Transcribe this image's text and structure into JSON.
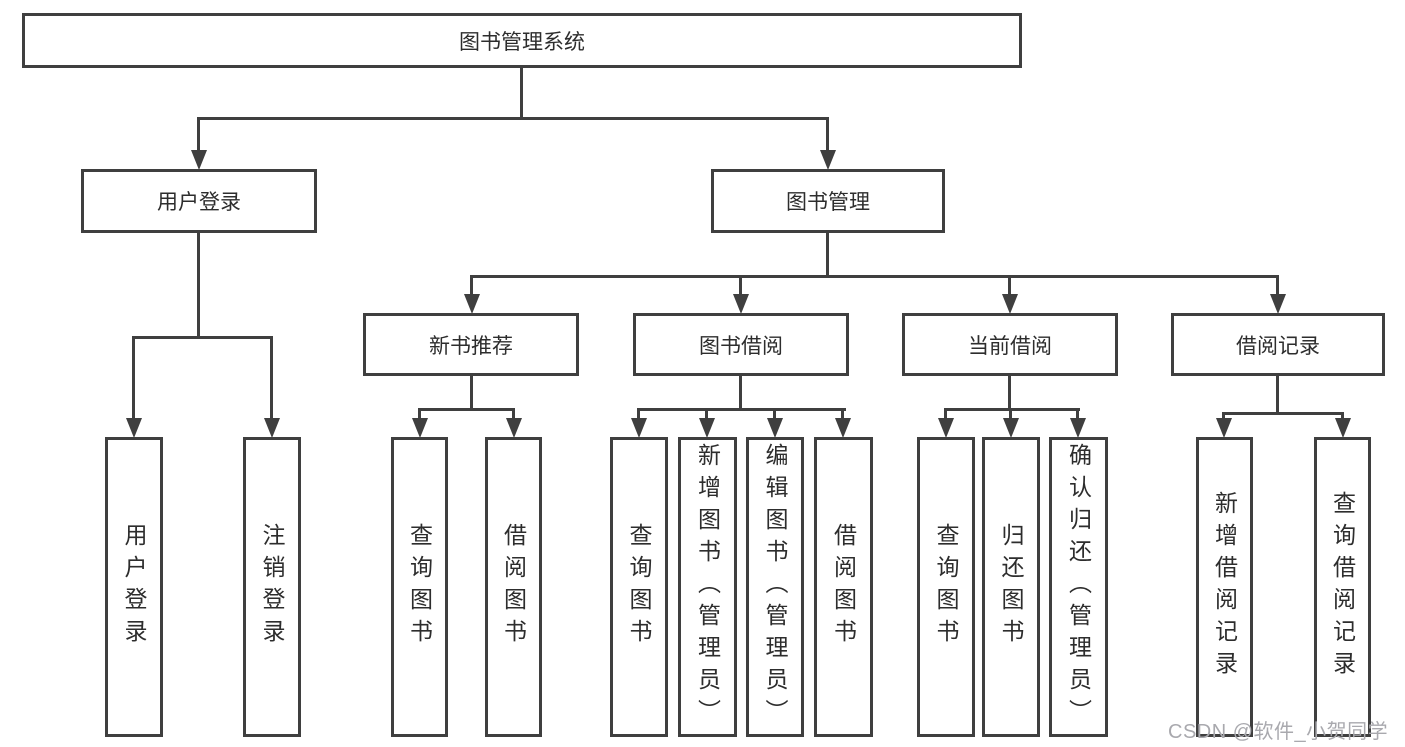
{
  "diagram": {
    "type": "feature-tree",
    "background": "#ffffff",
    "line_color": "#3f3f3f",
    "box_border_color": "#3f3f3f",
    "text_color": "#2d2d2d"
  },
  "tree": {
    "label": "图书管理系统",
    "children": [
      {
        "label": "用户登录",
        "children": [
          {
            "label": "用户登录"
          },
          {
            "label": "注销登录"
          }
        ]
      },
      {
        "label": "图书管理",
        "children": [
          {
            "label": "新书推荐",
            "children": [
              {
                "label": "查询图书"
              },
              {
                "label": "借阅图书"
              }
            ]
          },
          {
            "label": "图书借阅",
            "children": [
              {
                "label": "查询图书"
              },
              {
                "label": "新增图书（管理员）"
              },
              {
                "label": "编辑图书（管理员）"
              },
              {
                "label": "借阅图书"
              }
            ]
          },
          {
            "label": "当前借阅",
            "children": [
              {
                "label": "查询图书"
              },
              {
                "label": "归还图书"
              },
              {
                "label": "确认归还（管理员）"
              }
            ]
          },
          {
            "label": "借阅记录",
            "children": [
              {
                "label": "新增借阅记录"
              },
              {
                "label": "查询借阅记录"
              }
            ]
          }
        ]
      }
    ]
  },
  "watermark": {
    "text": "CSDN @软件_小贺同学",
    "color": "#a9a9ae"
  }
}
